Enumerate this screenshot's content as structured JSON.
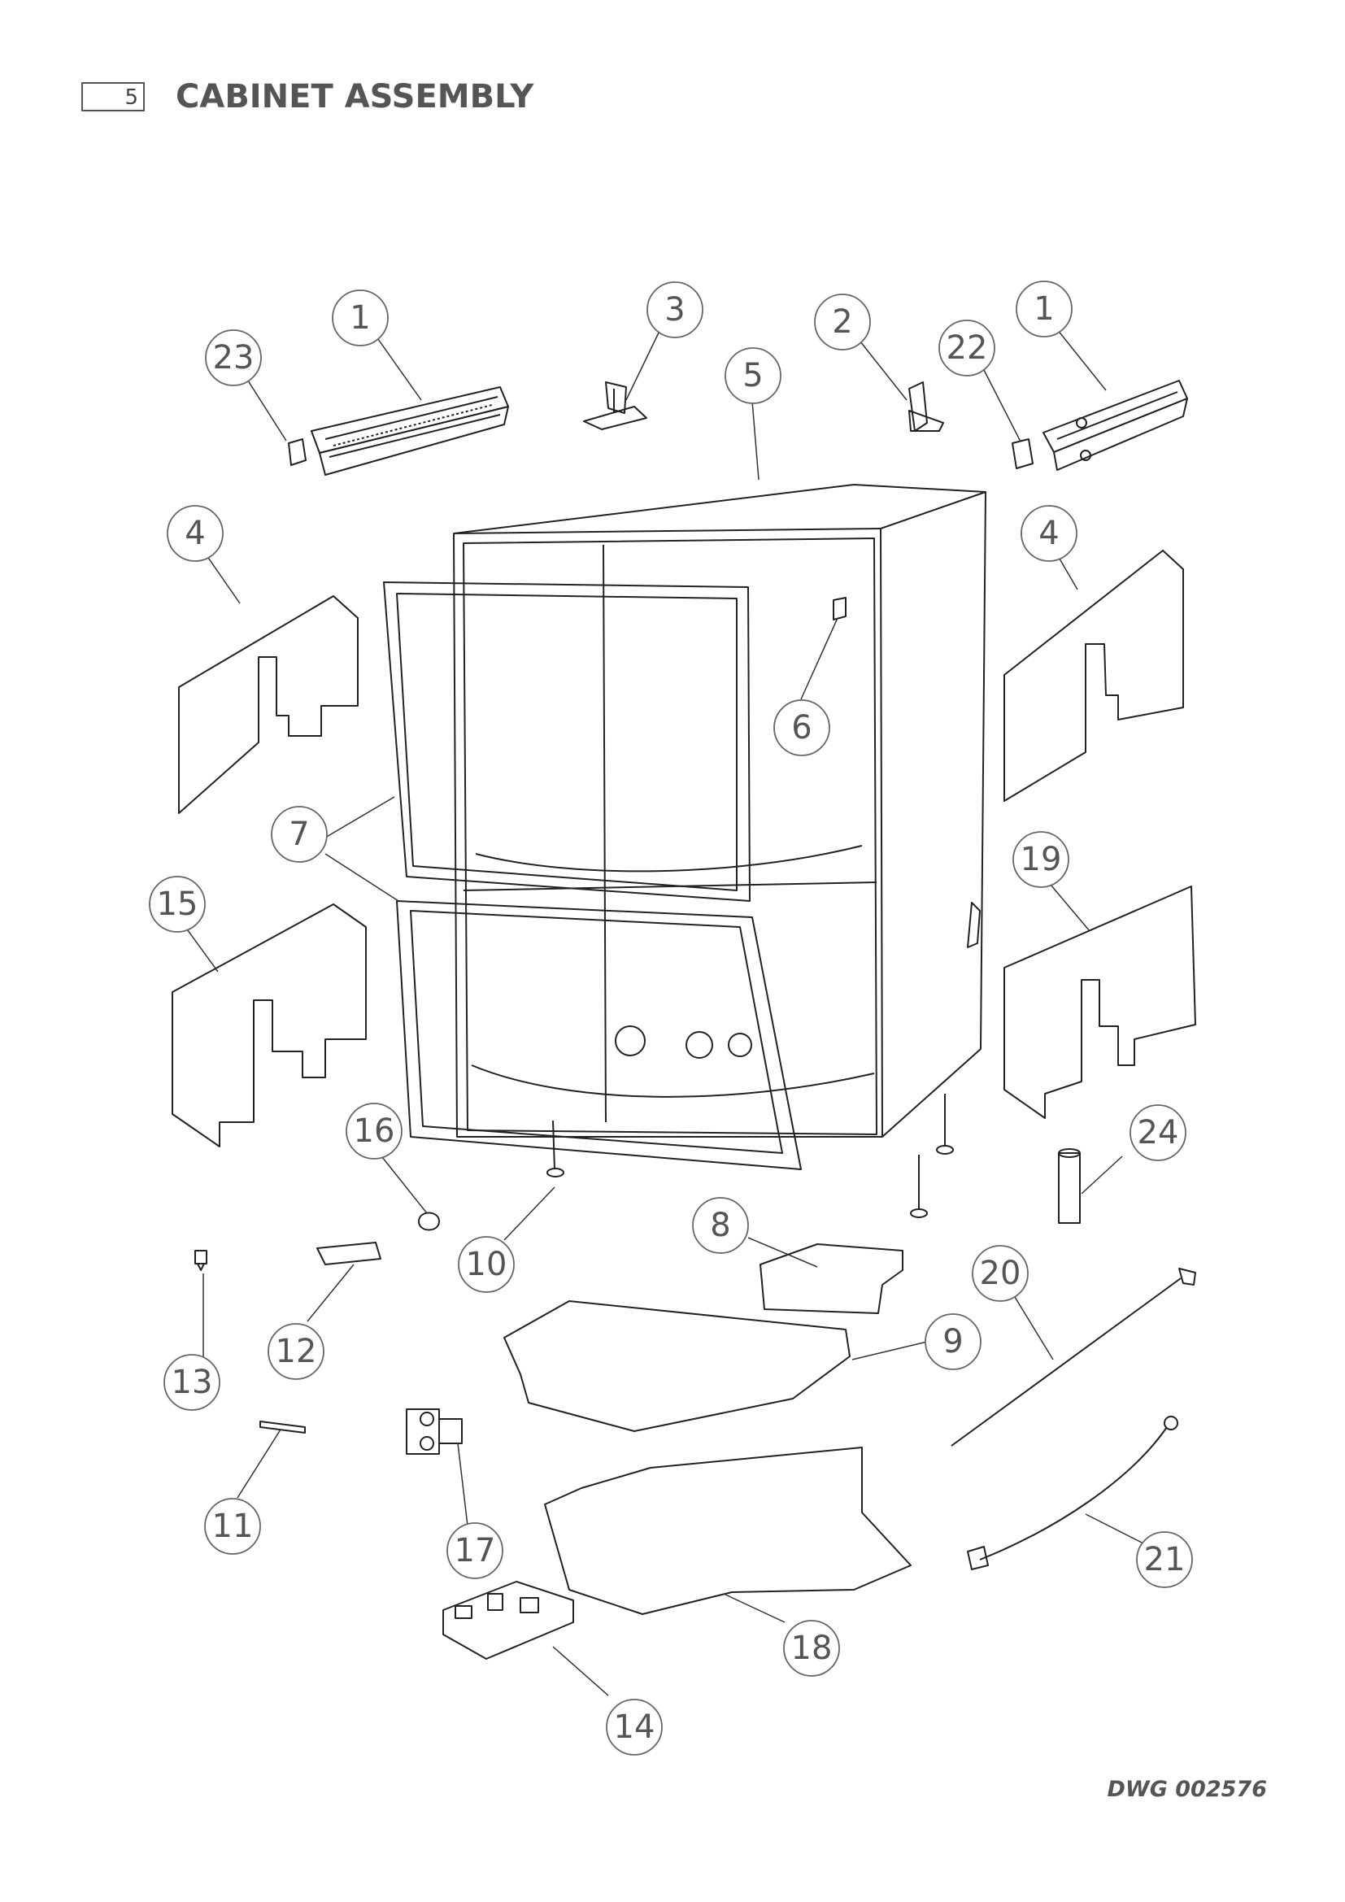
{
  "header": {
    "page_number": "5",
    "title": "CABINET ASSEMBLY"
  },
  "drawing_number": "DWG 002576",
  "callouts": [
    "1",
    "2",
    "3",
    "4",
    "5",
    "6",
    "7",
    "8",
    "9",
    "10",
    "11",
    "12",
    "13",
    "14",
    "15",
    "16",
    "17",
    "18",
    "19",
    "20",
    "21",
    "22",
    "23",
    "24"
  ]
}
